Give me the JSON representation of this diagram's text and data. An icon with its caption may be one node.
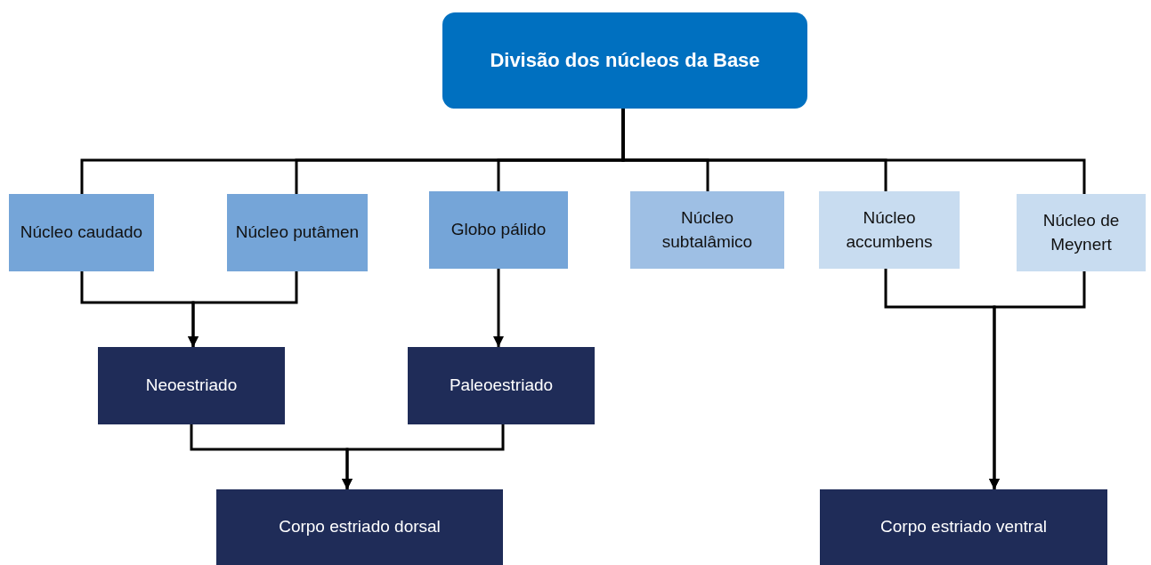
{
  "diagram": {
    "nodes": [
      {
        "text": [
          "Divisão dos núcleos da Base"
        ]
      },
      {
        "text": [
          "Núcleo caudado"
        ]
      },
      {
        "text": [
          "Núcleo putâmen"
        ]
      },
      {
        "text": [
          "Globo pálido"
        ]
      },
      {
        "text": [
          "Núcleo subtalâmico"
        ]
      },
      {
        "text": [
          "Núcleo accumbens"
        ]
      },
      {
        "text": [
          "Núcleo de Meynert"
        ]
      },
      {
        "text": [
          "Neoestriado"
        ]
      },
      {
        "text": [
          "Paleoestriado"
        ]
      },
      {
        "text": [
          "Corpo estriado dorsal"
        ]
      },
      {
        "text": [
          "Corpo estriado ventral"
        ]
      }
    ],
    "edges": [
      {
        "from": 0,
        "to": 1,
        "arrow": "none"
      },
      {
        "from": 0,
        "to": 2,
        "arrow": "none"
      },
      {
        "from": 0,
        "to": 3,
        "arrow": "none"
      },
      {
        "from": 0,
        "to": 4,
        "arrow": "none"
      },
      {
        "from": 0,
        "to": 5,
        "arrow": "none"
      },
      {
        "from": 0,
        "to": 6,
        "arrow": "none"
      },
      {
        "from": 1,
        "to": 7,
        "arrow": "to"
      },
      {
        "from": 2,
        "to": 7,
        "arrow": "to"
      },
      {
        "from": 3,
        "to": 8,
        "arrow": "to"
      },
      {
        "from": 7,
        "to": 9,
        "arrow": "to"
      },
      {
        "from": 8,
        "to": 9,
        "arrow": "to"
      },
      {
        "from": 5,
        "to": 10,
        "arrow": "to"
      },
      {
        "from": 6,
        "to": 10,
        "arrow": "to"
      }
    ]
  }
}
